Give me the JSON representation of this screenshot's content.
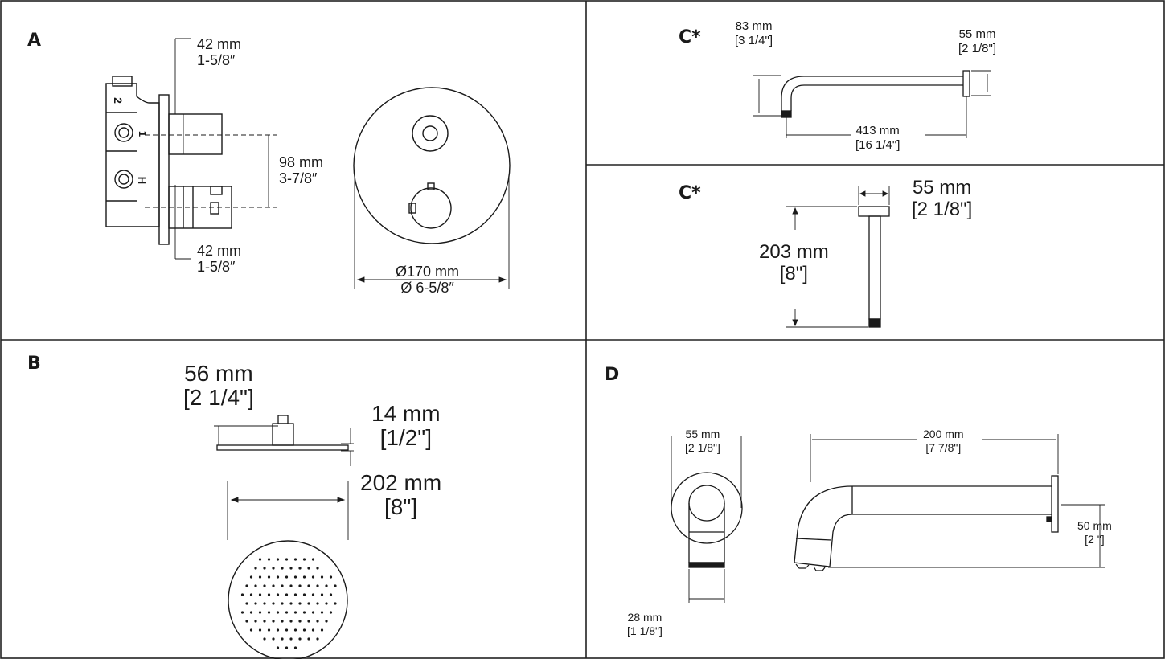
{
  "sections": {
    "a": {
      "label": "A",
      "top_dim": "42 mm\n1-5/8″",
      "mid_dim": "98 mm\n3-7/8″",
      "bottom_dim": "42 mm\n1-5/8″",
      "plate_dim": "Ø170 mm\nØ 6-5/8″",
      "port_2": "2",
      "port_1": "1",
      "port_h": "H"
    },
    "b": {
      "label": "B",
      "width_dim": "56 mm\n[2 1/4\"]",
      "thick_dim": "14 mm\n[1/2\"]",
      "diam_dim": "202 mm\n[8\"]"
    },
    "c1": {
      "label": "C*",
      "drop_dim": "83 mm\n[3 1/4\"]",
      "flange_dim": "55 mm\n[2 1/8\"]",
      "length_dim": "413 mm\n[16 1/4\"]"
    },
    "c2": {
      "label": "C*",
      "flange_dim": "55 mm\n[2 1/8\"]",
      "length_dim": "203 mm\n[8\"]"
    },
    "d": {
      "label": "D",
      "flange_dim": "55 mm\n[2 1/8\"]",
      "outlet_dim": "28 mm\n[1 1/8\"]",
      "length_dim": "200 mm\n[7 7/8\"]",
      "height_dim": "50 mm\n[2 \"]"
    }
  }
}
